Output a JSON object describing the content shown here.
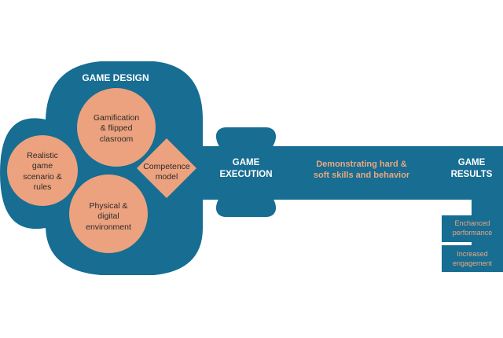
{
  "colors": {
    "key_blue": "#176d92",
    "circle_fill": "#eca27e",
    "accent_text": "#eca77f",
    "label_dark": "#2b2b2b",
    "label_white": "#ffffff"
  },
  "key": {
    "head_title": "GAME DESIGN",
    "circles": [
      "Gamification\n& flipped\nclasroom",
      "Realistic\ngame\nscenario &\nrules",
      "Physical &\ndigital\nenvironment"
    ],
    "diamond": "Competence\nmodel",
    "collar_label": "GAME\nEXECUTION",
    "shaft_label": "Demonstrating hard &\nsoft skills and behavior",
    "end_label": "GAME\nRESULTS",
    "results": [
      "Enchanced\nperformance",
      "Increased\nengagement"
    ]
  }
}
